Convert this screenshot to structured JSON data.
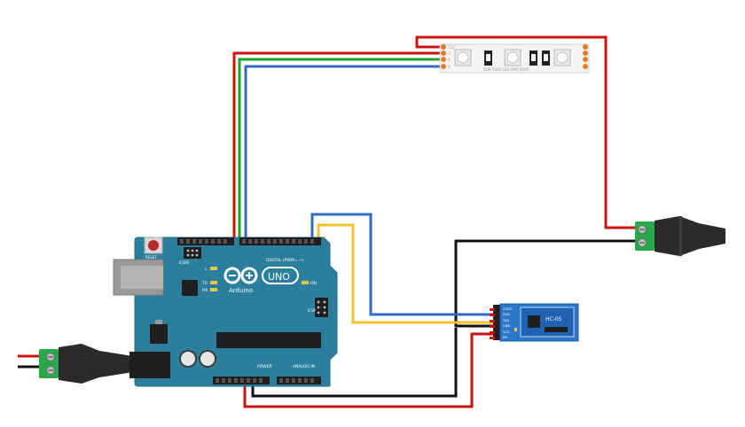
{
  "arduino": {
    "brand": "Arduino",
    "model": "UNO",
    "reset_label": "RESET",
    "icsp2_label": "ICSP2",
    "digital_label": "DIGITAL (PWM= ~)",
    "power_label": "POWER",
    "analog_label": "ANALOG IN",
    "on_label": "ON",
    "tx_label": "TX",
    "rx_label": "RX",
    "l_label": "L",
    "icsp_label": "ICSP"
  },
  "led_strip": {
    "label": "RGB 5050 LED SMD 60/M",
    "pin_labels": [
      "12V",
      "G",
      "R",
      "B"
    ]
  },
  "bluetooth_module": {
    "model": "HC-05",
    "pin_labels": [
      "STATE",
      "RXD",
      "TXD",
      "GND",
      "VCC",
      "EN"
    ]
  },
  "colors": {
    "board": "#2b7f9c",
    "wire_red": "#cc1111",
    "wire_green": "#22a12a",
    "wire_blue": "#2f6bc4",
    "wire_black": "#111111",
    "wire_yellow": "#f2c230",
    "terminal_green": "#27a84a"
  },
  "icons": [
    "barrel-jack-connector",
    "usb-port",
    "screw-terminal"
  ]
}
